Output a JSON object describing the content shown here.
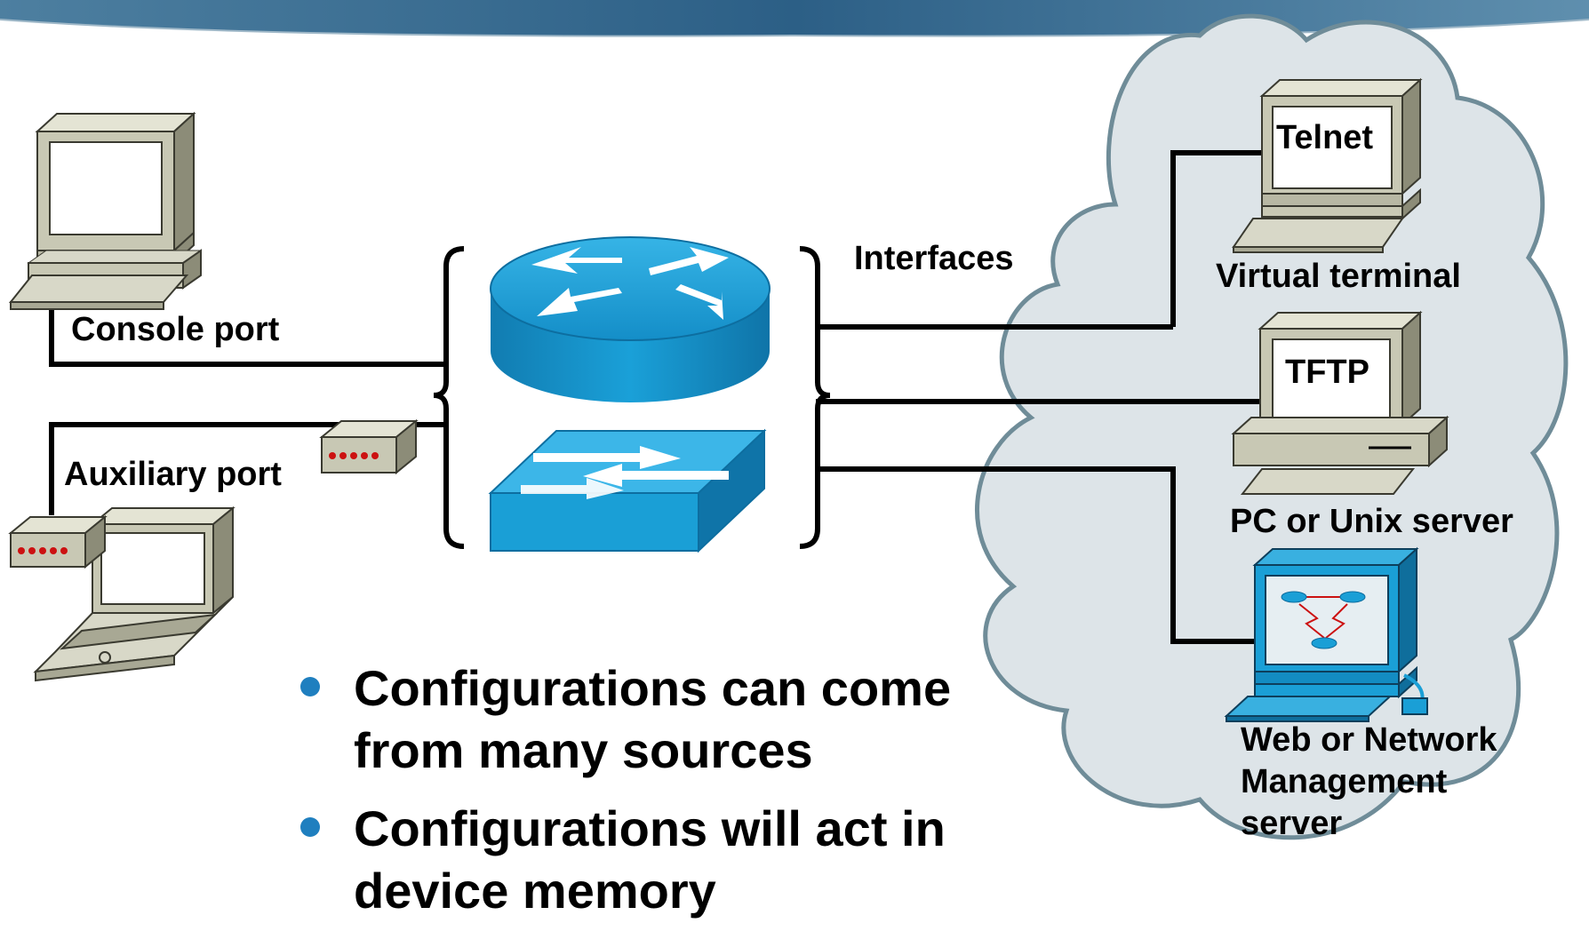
{
  "labels": {
    "console_port": "Console port",
    "auxiliary_port": "Auxiliary port",
    "interfaces": "Interfaces",
    "virtual_terminal": "Virtual terminal",
    "pc_unix_server": "PC or Unix server",
    "web_mgmt_server": "Web or Network\nManagement\nserver"
  },
  "screens": {
    "telnet": "Telnet",
    "tftp": "TFTP"
  },
  "bullets": [
    "Configurations can come from many sources",
    "Configurations will act in device memory"
  ],
  "icons": {
    "console_pc": "desktop-computer-icon",
    "aux_laptop": "laptop-icon",
    "aux_modem_left": "modem-icon",
    "aux_modem_right": "modem-icon",
    "router": "router-icon",
    "switch": "switch-icon",
    "telnet_terminal": "terminal-icon",
    "tftp_server": "server-computer-icon",
    "nms_workstation": "network-management-workstation-icon",
    "cloud": "cloud-icon"
  },
  "colors": {
    "device_blue": "#1a9fd6",
    "cloud_fill": "#dde4e8",
    "cloud_stroke": "#6f8c98",
    "bullet": "#1f7fbf",
    "computer_beige": "#c8c8b4"
  }
}
